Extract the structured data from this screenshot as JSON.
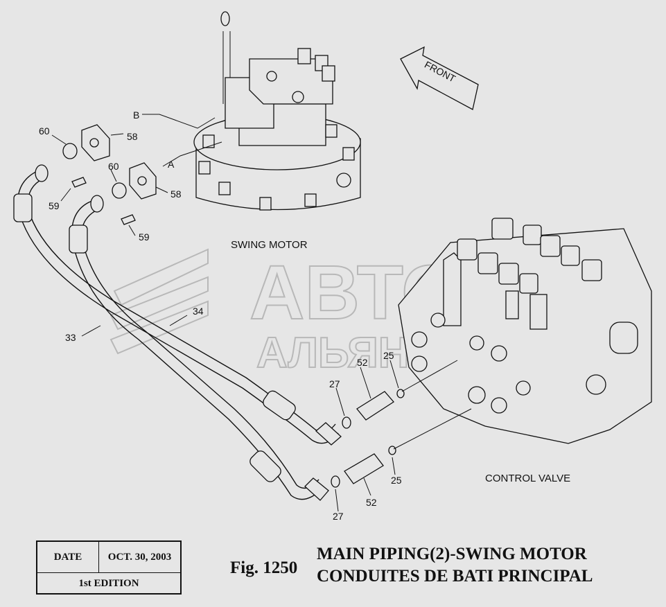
{
  "labels": {
    "a": "A",
    "b": "B",
    "front": "FRONT",
    "swing_motor": "SWING MOTOR",
    "control_valve": "CONTROL VALVE",
    "p60_top": "60",
    "p58_top": "58",
    "p59_top": "59",
    "p60_mid": "60",
    "p58_mid": "58",
    "p59_mid": "59",
    "p34": "34",
    "p33": "33",
    "p52_top": "52",
    "p25_top": "25",
    "p27_top": "27",
    "p25_bot": "25",
    "p52_bot": "52",
    "p27_bot": "27"
  },
  "watermark": {
    "line1": "АВТО",
    "line2": "АЛЬЯНС"
  },
  "info_box": {
    "date_label": "DATE",
    "date_value": "OCT. 30, 2003",
    "edition": "1st EDITION"
  },
  "figure": {
    "number": "Fig. 1250",
    "title_en": "MAIN PIPING(2)-SWING MOTOR",
    "title_fr": "CONDUITES DE BATI PRINCIPAL"
  }
}
